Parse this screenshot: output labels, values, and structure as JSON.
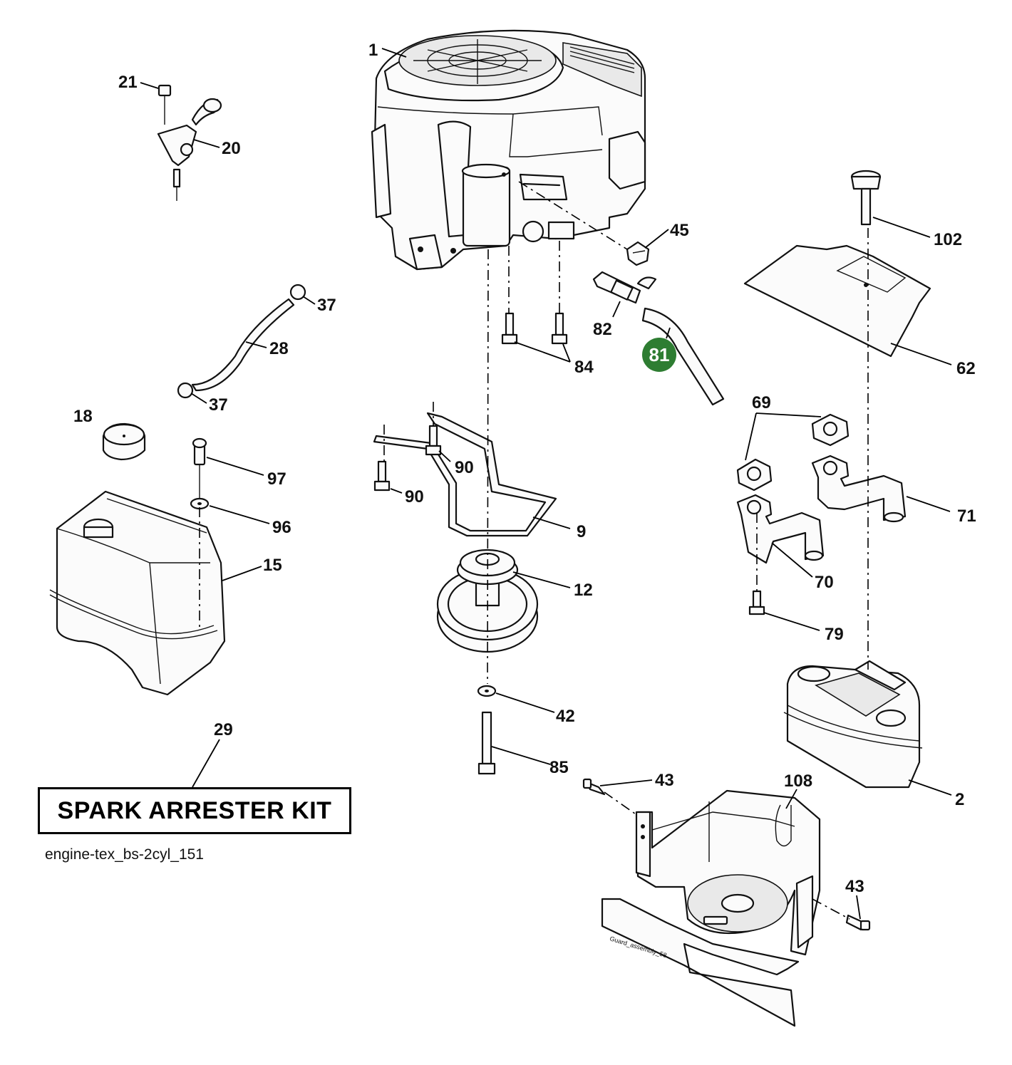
{
  "callouts": {
    "c1": "1",
    "c21": "21",
    "c20": "20",
    "c45": "45",
    "c102": "102",
    "c37a": "37",
    "c28": "28",
    "c37b": "37",
    "c82": "82",
    "c81": "81",
    "c84": "84",
    "c62": "62",
    "c18": "18",
    "c69": "69",
    "c97": "97",
    "c90a": "90",
    "c90b": "90",
    "c96": "96",
    "c71": "71",
    "c9": "9",
    "c15": "15",
    "c12": "12",
    "c70": "70",
    "c79": "79",
    "c42": "42",
    "c29": "29",
    "c85": "85",
    "c43a": "43",
    "c108": "108",
    "c2": "2",
    "c43b": "43"
  },
  "highlighted_part": "81",
  "highlight_color": "#2e7d32",
  "kit_label": "SPARK ARRESTER KIT",
  "file_id": "engine-tex_bs-2cyl_151",
  "guard_stamp": "Guard_assembly_58"
}
